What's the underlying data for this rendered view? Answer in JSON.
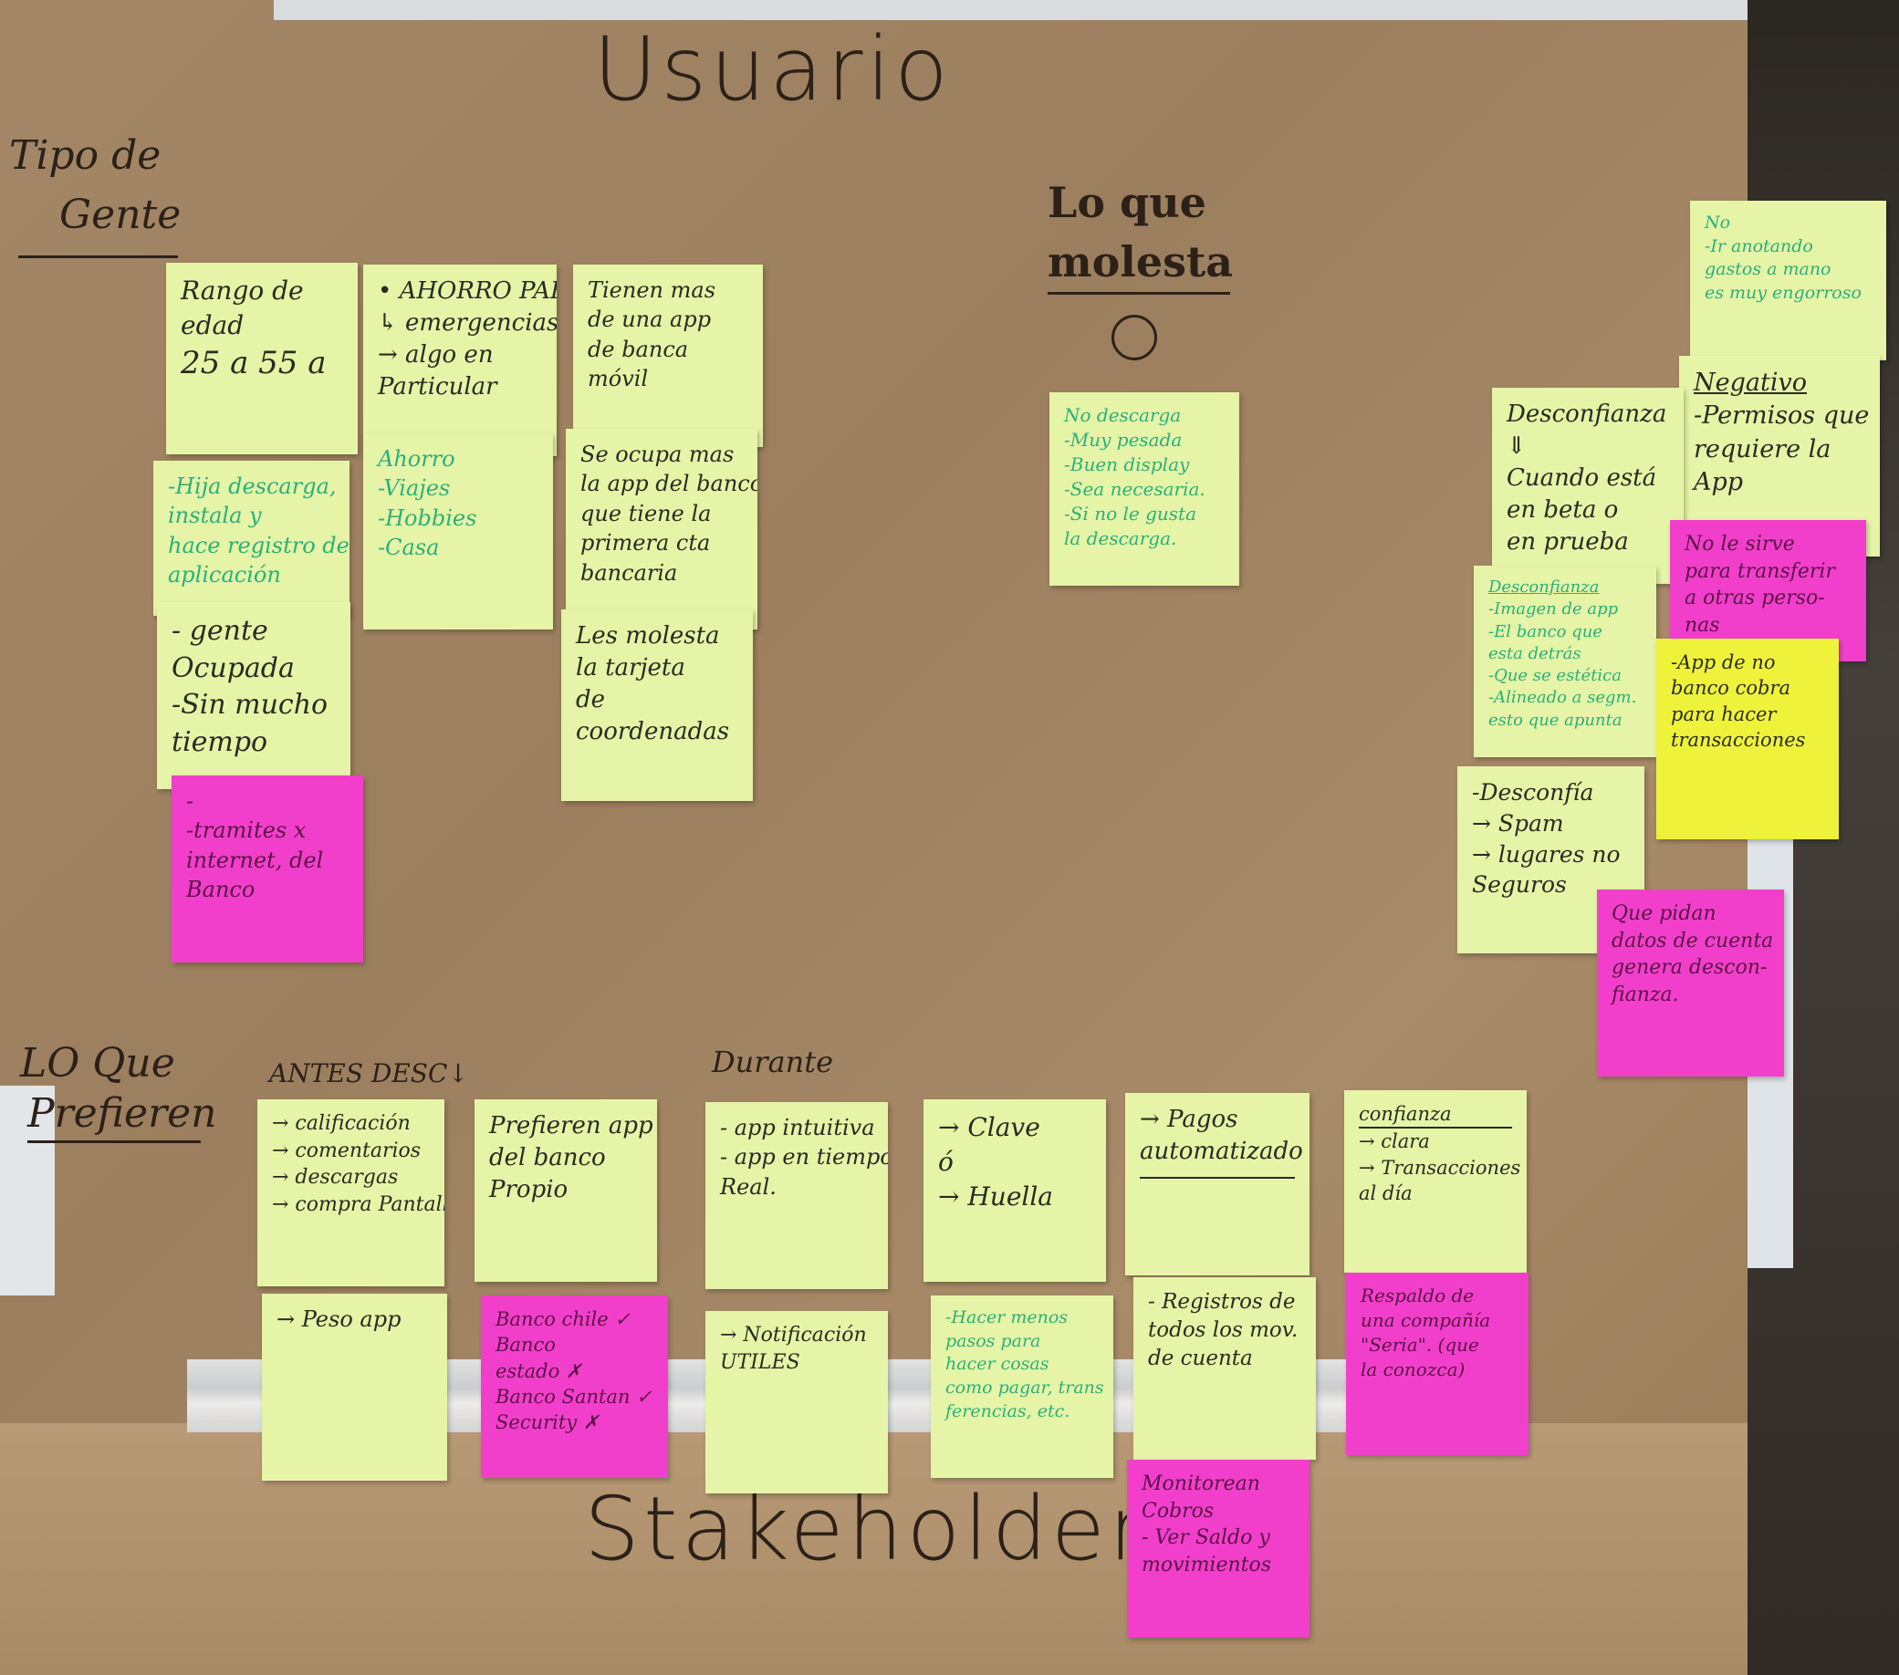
{
  "titles": {
    "top": "Usuario",
    "bottom": "Stakeholder"
  },
  "labels": {
    "tipo_de_gente_1": "Tipo de",
    "tipo_de_gente_2": "Gente",
    "lo_que_molesta_1": "Lo que",
    "lo_que_molesta_2": "molesta",
    "lo_que_prefieren_1": "LO Que",
    "lo_que_prefieren_2": "Prefieren",
    "antes": "ANTES DESC↓",
    "durante": "Durante"
  },
  "notes": {
    "rango": [
      "Rango de",
      "edad",
      "",
      "25 a 55 a"
    ],
    "ahorro": [
      "• AHORRO PARA",
      "↳ emergencias",
      "→ algo en",
      "Particular"
    ],
    "ahorro_green": [
      "Ahorro",
      "-Viajes",
      "-Hobbies",
      "-Casa"
    ],
    "tienen": [
      "Tienen mas",
      "de una app",
      "de banca",
      "móvil"
    ],
    "hija": [
      "-Hija descarga,",
      "instala y",
      "hace registro de",
      "aplicación"
    ],
    "se_ocupa": [
      "Se ocupa mas",
      "la app del banco",
      "que tiene la",
      "primera cta",
      "bancaria"
    ],
    "gente": [
      "- gente",
      "Ocupada",
      "-Sin mucho",
      "tiempo"
    ],
    "molesta_tarjeta": [
      "Les molesta",
      "la tarjeta",
      "de",
      "coordenadas"
    ],
    "tramites": [
      "-",
      "-tramites x",
      "internet, del",
      "Banco"
    ],
    "no_descarga": [
      "No descarga",
      "-Muy pesada",
      "-Buen display",
      "-Sea necesaria.",
      "-Si no le gusta",
      "la descarga."
    ],
    "no_top": [
      "No",
      "-Ir anotando",
      "gastos a mano",
      "es muy engorroso"
    ],
    "negativo": [
      "Negativo",
      "-Permisos que",
      "requiere la",
      "App"
    ],
    "desconfianza": [
      "Desconfianza",
      "⇓",
      "Cuando está",
      "en beta o",
      "en prueba"
    ],
    "no_sirve": [
      "No le sirve",
      "para transferir",
      "a otras perso-",
      "nas"
    ],
    "desconfianza_green": [
      "Desconfianza",
      "-Imagen de app",
      "-El banco que",
      "esta detrás",
      "-Que se estética",
      "-Alineado a segm.",
      "esto que apunta"
    ],
    "app_no_banco": [
      "-App de no",
      "banco cobra",
      "para hacer",
      "transacciones"
    ],
    "desconfia_spam": [
      "-Desconfía",
      "→ Spam",
      "→ lugares no",
      "Seguros"
    ],
    "pidan_datos": [
      "Que pidan",
      "datos de cuenta",
      "genera descon-",
      "fianza."
    ],
    "calificacion": [
      "→ calificación",
      "→ comentarios",
      "→ descargas",
      "→ compra Pantalla"
    ],
    "prefieren_app": [
      "Prefieren app",
      "del banco",
      "Propio"
    ],
    "app_intuitiva": [
      "- app intuitiva",
      "",
      "- app en tiempo",
      "Real."
    ],
    "clave": [
      "→ Clave",
      "ó",
      "→ Huella"
    ],
    "pagos": [
      "→ Pagos",
      "automatizado"
    ],
    "confianza": [
      "confianza",
      "",
      "→ clara",
      "→ Transacciones",
      "al día"
    ],
    "peso": [
      "→ Peso app"
    ],
    "banco_chile": [
      "Banco chile ✓",
      "Banco",
      "estado ✗",
      "Banco Santan ✓",
      "Security ✗"
    ],
    "notificacion": [
      "→ Notificación",
      "",
      "UTILES"
    ],
    "hacer_menos": [
      "-Hacer menos",
      "pasos para",
      "hacer cosas",
      "como pagar, trans",
      "ferencias, etc."
    ],
    "registros": [
      "- Registros de",
      "todos los mov.",
      "de cuenta"
    ],
    "respaldo": [
      "Respaldo de",
      "una compañía",
      "\"Seria\". (que",
      "la conozca)"
    ],
    "monitorean": [
      "Monitorean",
      "Cobros",
      "",
      "- Ver Saldo y",
      "movimientos"
    ]
  }
}
